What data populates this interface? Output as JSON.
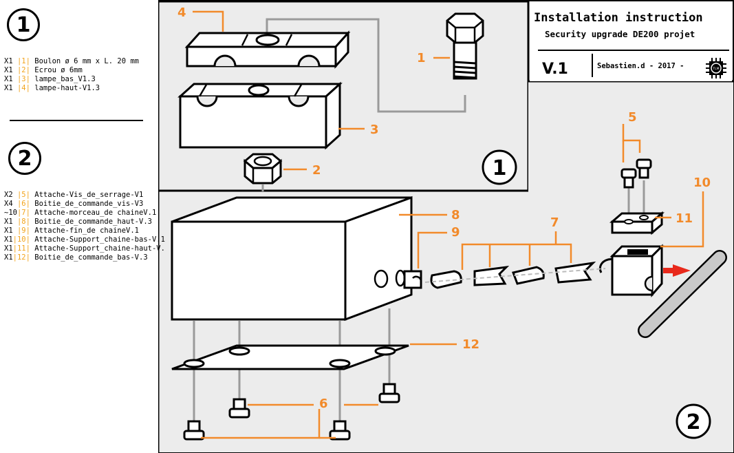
{
  "title_block": {
    "title": "Installation instruction",
    "subtitle": "Security upgrade DE200 projet",
    "version": "V.1",
    "author": "Sebastien.d - 2017 -",
    "logo_text": "TLM"
  },
  "sidebar": {
    "section1_badge": "1",
    "section1_items": [
      {
        "qty": "X1",
        "num": "|1|",
        "name": "Boulon ø 6 mm x L. 20 mm"
      },
      {
        "qty": "X1",
        "num": "|2|",
        "name": "Ecrou ø 6mm"
      },
      {
        "qty": "X1",
        "num": "|3|",
        "name": "lampe_bas_V1.3"
      },
      {
        "qty": "X1",
        "num": "|4|",
        "name": "lampe-haut-V1.3"
      }
    ],
    "section2_badge": "2",
    "section2_items": [
      {
        "qty": "X2",
        "num": "|5|",
        "name": "Attache-Vis_de_serrage-V1"
      },
      {
        "qty": "X4",
        "num": "|6|",
        "name": "Boitie_de_commande_vis-V3"
      },
      {
        "qty": "~10",
        "num": "|7|",
        "name": "Attache-morceau_de chaineV.1"
      },
      {
        "qty": "X1",
        "num": "|8|",
        "name": "Boitie_de_commande_haut-V.3"
      },
      {
        "qty": "X1",
        "num": "|9|",
        "name": "Attache-fin_de chaineV.1"
      },
      {
        "qty": "X1",
        "num": "|10|",
        "name": "Attache-Support_chaine-bas-V.1"
      },
      {
        "qty": "X1",
        "num": "|11|",
        "name": "Attache-Support_chaine-haut-V."
      },
      {
        "qty": "X1",
        "num": "|12|",
        "name": "Boitie_de_commande_bas-V.3"
      }
    ]
  },
  "panel1": {
    "badge": "1",
    "labels": {
      "l1": "1",
      "l2": "2",
      "l3": "3",
      "l4": "4"
    }
  },
  "panel2": {
    "badge": "2",
    "labels": {
      "l5": "5",
      "l6": "6",
      "l7": "7",
      "l8": "8",
      "l9": "9",
      "l10": "10",
      "l11": "11",
      "l12": "12"
    }
  },
  "colors": {
    "frame": "#000000",
    "background_panel": "#ececec",
    "label_orange": "#f28a2a",
    "number_yellow": "#f2a31b",
    "arrow_red": "#e8291b",
    "leader_gray": "#9a9a9a"
  }
}
